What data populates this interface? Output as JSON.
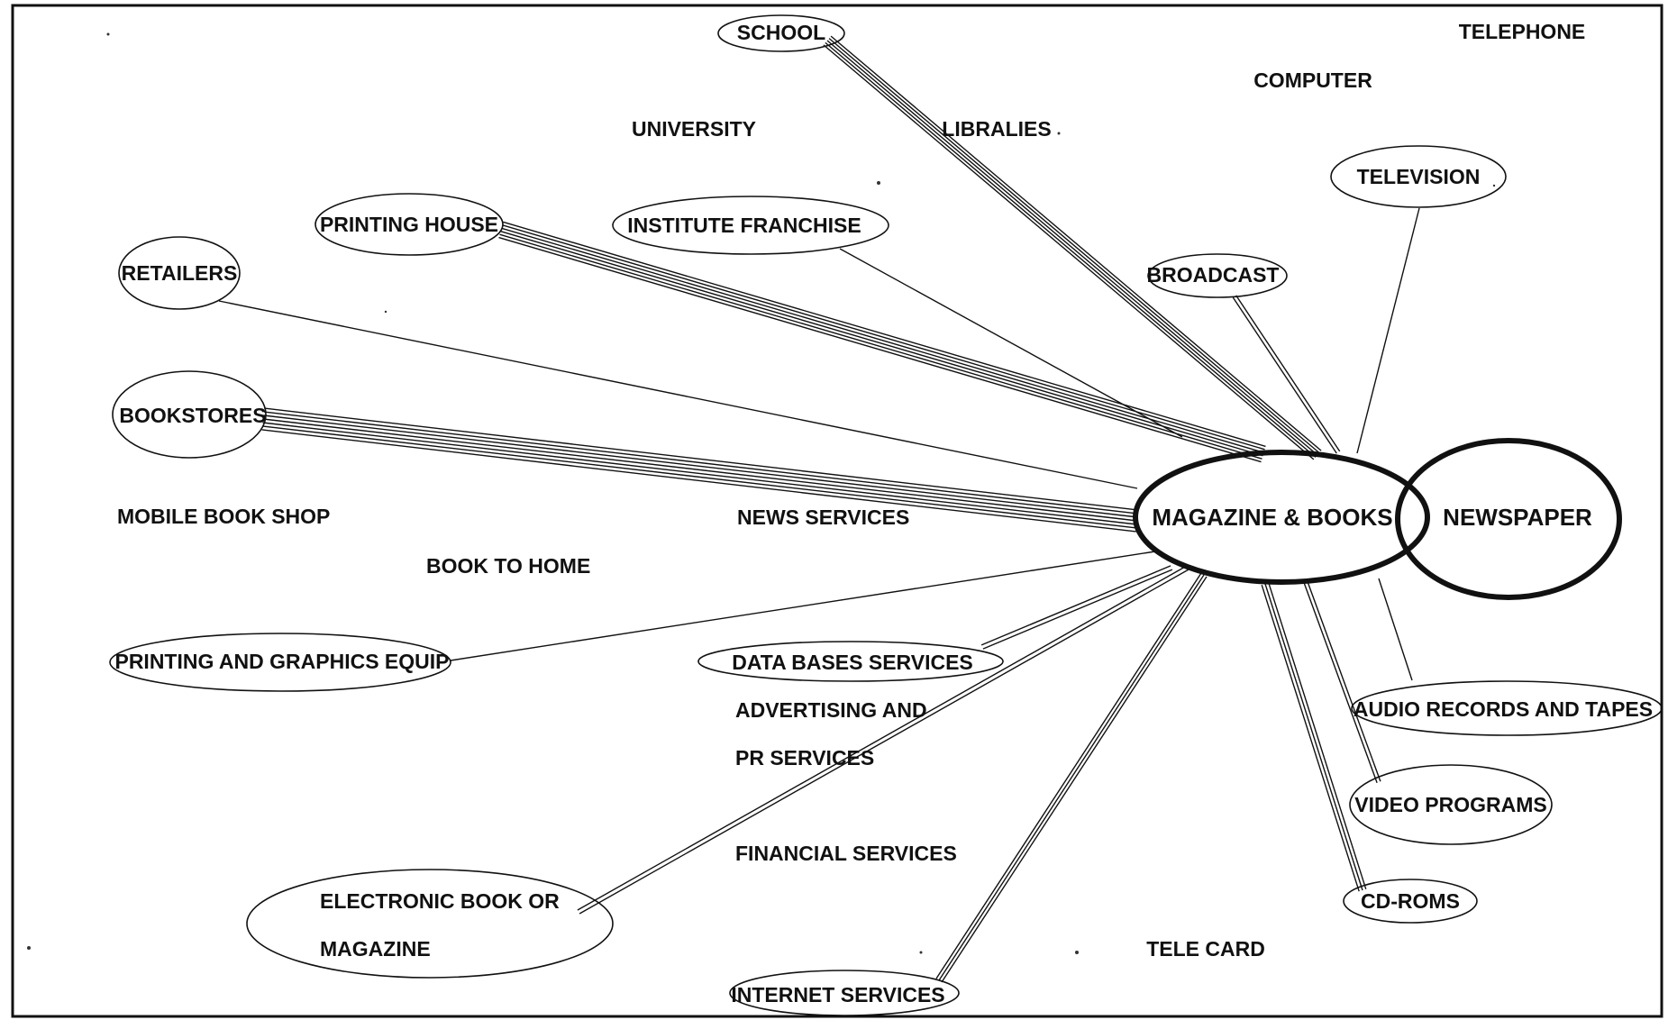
{
  "diagram": {
    "hubs": {
      "magazine_books": "MAGAZINE & BOOKS",
      "newspaper": "NEWSPAPER"
    },
    "nodes": {
      "school": "SCHOOL",
      "telephone": "TELEPHONE",
      "computer": "COMPUTER",
      "university": "UNIVERSITY",
      "libraries": "LIBRALIES",
      "television": "TELEVISION",
      "printing_house": "PRINTING HOUSE",
      "institute_franchise": "INSTITUTE FRANCHISE",
      "retailers": "RETAILERS",
      "broadcast": "BROADCAST",
      "bookstores": "BOOKSTORES",
      "mobile_book_shop": "MOBILE BOOK SHOP",
      "news_services": "NEWS SERVICES",
      "book_to_home": "BOOK TO HOME",
      "printing_graphics_equip": "PRINTING AND GRAPHICS EQUIP",
      "data_bases_services": "DATA BASES SERVICES",
      "advertising_and": "ADVERTISING AND",
      "pr_services": "PR SERVICES",
      "audio_records_tapes": "AUDIO RECORDS AND TAPES",
      "video_programs": "VIDEO PROGRAMS",
      "financial_services": "FINANCIAL SERVICES",
      "cd_roms": "CD-ROMS",
      "electronic_book_or": "ELECTRONIC BOOK OR",
      "magazine": "MAGAZINE",
      "tele_card": "TELE CARD",
      "internet_services": "INTERNET SERVICES"
    }
  },
  "colors": {
    "ink": "#111111",
    "background": "#ffffff"
  }
}
